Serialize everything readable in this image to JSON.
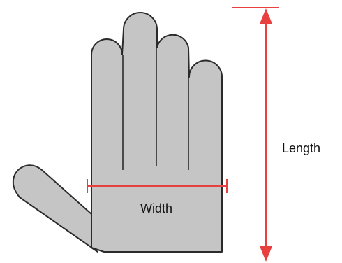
{
  "labels": {
    "length": "Length",
    "width": "Width"
  },
  "colors": {
    "hand_fill": "#c6c5c6",
    "outline": "#2b2b2b",
    "measurement": "#e8403f"
  },
  "icons": [
    "hand-outline",
    "measurement-arrow",
    "measurement-tick"
  ]
}
